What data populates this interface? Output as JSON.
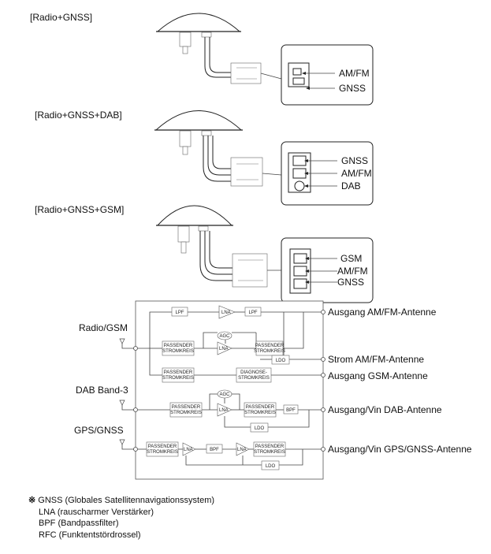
{
  "variants": [
    {
      "title": "[Radio+GNSS]",
      "pins": [
        "AM/FM",
        "GNSS"
      ]
    },
    {
      "title": "[Radio+GNSS+DAB]",
      "pins": [
        "GNSS",
        "AM/FM",
        "DAB"
      ]
    },
    {
      "title": "[Radio+GNSS+GSM]",
      "pins": [
        "GSM",
        "AM/FM",
        "GNSS"
      ]
    }
  ],
  "block": {
    "inputs": [
      "Radio/GSM",
      "DAB Band-3",
      "GPS/GNSS"
    ],
    "outputs": [
      "Ausgang AM/FM-Antenne",
      "Strom AM/FM-Antenne",
      "Ausgang GSM-Antenne",
      "Ausgang/Vin DAB-Antenne",
      "Ausgang/Vin GPS/GNSS-Antenne"
    ],
    "labels": {
      "lpf": "LPF",
      "lna": "LNA",
      "agc": "AGC",
      "ldo": "LDO",
      "bpf": "BPF",
      "passive_line1": "PASSENDER",
      "passive_line2": "STROMKREIS",
      "diag_line1": "DIAGNOSE-",
      "diag_line2": "STROMKREIS"
    }
  },
  "notes": {
    "mark": "※",
    "lines": [
      "GNSS (Globales Satellitennavigationssystem)",
      "LNA (rauscharmer Verstärker)",
      "BPF (Bandpassfilter)",
      "RFC (Funktentstördrossel)"
    ]
  }
}
